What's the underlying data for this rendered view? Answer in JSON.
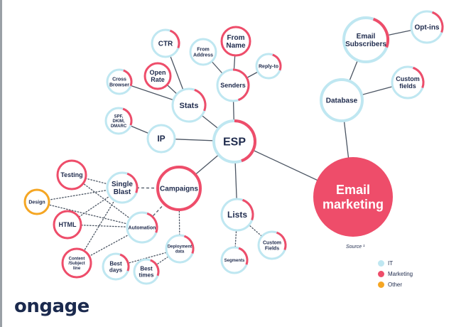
{
  "palette": {
    "it": "#bfe7f1",
    "marketing": "#ee4d6a",
    "other": "#f5a623",
    "text": "#1f2b4d"
  },
  "diagram": {
    "nodes": [
      {
        "id": "esp",
        "lines": [
          "ESP"
        ],
        "cat": "it"
      },
      {
        "id": "email-marketing",
        "lines": [
          "Email",
          "marketing"
        ],
        "cat": "marketing"
      },
      {
        "id": "stats",
        "lines": [
          "Stats"
        ],
        "cat": "it"
      },
      {
        "id": "senders",
        "lines": [
          "Senders"
        ],
        "cat": "it"
      },
      {
        "id": "ip",
        "lines": [
          "IP"
        ],
        "cat": "it"
      },
      {
        "id": "campaigns",
        "lines": [
          "Campaigns"
        ],
        "cat": "marketing"
      },
      {
        "id": "lists",
        "lines": [
          "Lists"
        ],
        "cat": "it"
      },
      {
        "id": "ctr",
        "lines": [
          "CTR"
        ],
        "cat": "it"
      },
      {
        "id": "open-rate",
        "lines": [
          "Open",
          "Rate"
        ],
        "cat": "it"
      },
      {
        "id": "cross-browser",
        "lines": [
          "Cross",
          "Browser"
        ],
        "cat": "it"
      },
      {
        "id": "from-address",
        "lines": [
          "From",
          "Address"
        ],
        "cat": "it"
      },
      {
        "id": "from-name",
        "lines": [
          "From",
          "Name"
        ],
        "cat": "it"
      },
      {
        "id": "reply-to",
        "lines": [
          "Reply-to"
        ],
        "cat": "it"
      },
      {
        "id": "spf-dkim",
        "lines": [
          "SPF,",
          "DKIM,",
          "DMARC"
        ],
        "cat": "it"
      },
      {
        "id": "testing",
        "lines": [
          "Testing"
        ],
        "cat": "it"
      },
      {
        "id": "single-blast",
        "lines": [
          "Single",
          "Blast"
        ],
        "cat": "it"
      },
      {
        "id": "design",
        "lines": [
          "Design"
        ],
        "cat": "other"
      },
      {
        "id": "html",
        "lines": [
          "HTML"
        ],
        "cat": "it"
      },
      {
        "id": "automation",
        "lines": [
          "Automation"
        ],
        "cat": "it"
      },
      {
        "id": "content",
        "lines": [
          "Content",
          "/Subject",
          "line"
        ],
        "cat": "it"
      },
      {
        "id": "deployment",
        "lines": [
          "Deployment",
          "data"
        ],
        "cat": "it"
      },
      {
        "id": "best-days",
        "lines": [
          "Best",
          "days"
        ],
        "cat": "it"
      },
      {
        "id": "best-times",
        "lines": [
          "Best",
          "times"
        ],
        "cat": "it"
      },
      {
        "id": "segments",
        "lines": [
          "Segments"
        ],
        "cat": "it"
      },
      {
        "id": "custom-fields-lists",
        "lines": [
          "Custom",
          "Fields"
        ],
        "cat": "it"
      },
      {
        "id": "database",
        "lines": [
          "Database"
        ],
        "cat": "it"
      },
      {
        "id": "email-subscribers",
        "lines": [
          "Email",
          "Subscribers"
        ],
        "cat": "it"
      },
      {
        "id": "opt-ins",
        "lines": [
          "Opt-ins"
        ],
        "cat": "it"
      },
      {
        "id": "custom-fields-db",
        "lines": [
          "Custom",
          "fields"
        ],
        "cat": "it"
      }
    ],
    "edges": [
      [
        "esp",
        "email-marketing"
      ],
      [
        "database",
        "email-marketing"
      ],
      [
        "database",
        "email-subscribers"
      ],
      [
        "database",
        "custom-fields-db"
      ],
      [
        "email-subscribers",
        "opt-ins"
      ],
      [
        "esp",
        "stats"
      ],
      [
        "esp",
        "senders"
      ],
      [
        "esp",
        "ip"
      ],
      [
        "esp",
        "campaigns"
      ],
      [
        "esp",
        "lists"
      ],
      [
        "stats",
        "ctr"
      ],
      [
        "stats",
        "open-rate"
      ],
      [
        "stats",
        "cross-browser"
      ],
      [
        "senders",
        "from-address"
      ],
      [
        "senders",
        "from-name"
      ],
      [
        "senders",
        "reply-to"
      ],
      [
        "ip",
        "spf-dkim"
      ],
      [
        "campaigns",
        "single-blast"
      ],
      [
        "campaigns",
        "automation"
      ],
      [
        "campaigns",
        "deployment"
      ],
      [
        "lists",
        "segments"
      ],
      [
        "lists",
        "custom-fields-lists"
      ],
      [
        "deployment",
        "best-days"
      ],
      [
        "deployment",
        "best-times"
      ],
      [
        "single-blast",
        "testing"
      ],
      [
        "single-blast",
        "design"
      ],
      [
        "single-blast",
        "html"
      ],
      [
        "single-blast",
        "content"
      ],
      [
        "automation",
        "testing"
      ],
      [
        "automation",
        "design"
      ],
      [
        "automation",
        "html"
      ],
      [
        "automation",
        "content"
      ]
    ]
  },
  "source_note": "Source ¹",
  "legend": [
    {
      "label": "IT",
      "cat": "it"
    },
    {
      "label": "Marketing",
      "cat": "marketing"
    },
    {
      "label": "Other",
      "cat": "other"
    }
  ],
  "logo": {
    "text": "ongage"
  }
}
